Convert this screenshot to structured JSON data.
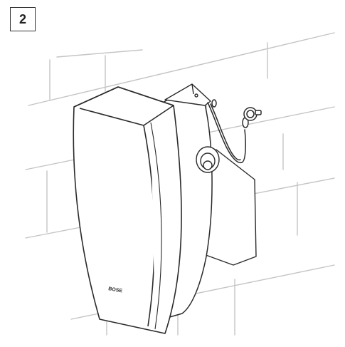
{
  "step": {
    "number": "2"
  },
  "illustration": {
    "subject": "speaker-wall-mount",
    "brand_text": "BOSE",
    "colors": {
      "line": "#2a2a2a",
      "wall_line": "#bdbdbd",
      "background": "#ffffff"
    }
  }
}
